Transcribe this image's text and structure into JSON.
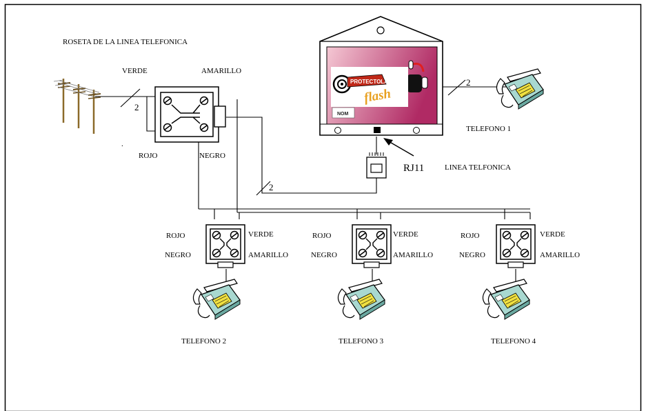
{
  "labels": {
    "rosette_title": "ROSETA DE LA LINEA TELEFONICA",
    "main_verde": "VERDE",
    "main_amarillo": "AMARILLO",
    "main_rojo": "ROJO",
    "main_negro": "NEGRO",
    "main_dot": ".",
    "pair_count_left": "2",
    "pair_count_mid": "2",
    "pair_count_right": "2",
    "rj11": "RJ11",
    "line": "LINEA TELFONICA",
    "telefono_1": "TELEFONO 1"
  },
  "logo": {
    "top_text": "PROTECTOLADA",
    "main_text": "flash",
    "nom_text": "NOM"
  },
  "extensions": [
    {
      "rojo": "ROJO",
      "negro": "NEGRO",
      "verde": "VERDE",
      "amarillo": "AMARILLO",
      "telefono": "TELEFONO 2"
    },
    {
      "rojo": "ROJO",
      "negro": "NEGRO",
      "verde": "VERDE",
      "amarillo": "AMARILLO",
      "telefono": "TELEFONO 3"
    },
    {
      "rojo": "ROJO",
      "negro": "NEGRO",
      "verde": "VERDE",
      "amarillo": "AMARILLO",
      "telefono": "TELEFONO 4"
    }
  ],
  "colors": {
    "line": "#000000",
    "screen_left": "#f5c8d4",
    "screen_right": "#b02a64",
    "pole": "#8b6a2a",
    "phone_body": "#a8d8d0",
    "phone_keys": "#f0e040",
    "alarm_red": "#e02020"
  }
}
